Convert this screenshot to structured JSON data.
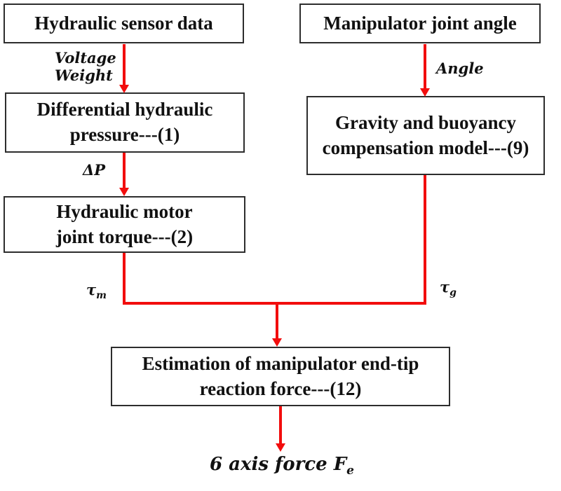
{
  "colors": {
    "arrow": "#f20d0d",
    "box_border": "#2d2d2d",
    "text": "#111111",
    "background": "#ffffff"
  },
  "boxes": [
    {
      "id": "hydraulic-sensor-data",
      "lines": [
        "Hydraulic sensor data"
      ]
    },
    {
      "id": "manipulator-joint-angle",
      "lines": [
        "Manipulator joint angle"
      ]
    },
    {
      "id": "differential-hydraulic-pressure",
      "lines": [
        "Differential hydraulic",
        "pressure---(1)"
      ]
    },
    {
      "id": "gravity-buoyancy-model",
      "lines": [
        "Gravity and buoyancy",
        "compensation model---(9)"
      ]
    },
    {
      "id": "hydraulic-motor-torque",
      "lines": [
        "Hydraulic motor",
        "joint torque---(2)"
      ]
    },
    {
      "id": "end-tip-force-estimation",
      "lines": [
        "Estimation of manipulator end-tip",
        "reaction force---(12)"
      ]
    }
  ],
  "labels": {
    "voltage": "Voltage",
    "weight": "Weight",
    "angle": "Angle",
    "delta_p": "ΔP",
    "tau_m": {
      "base": "τ",
      "sub": "m"
    },
    "tau_g": {
      "base": "τ",
      "sub": "g"
    },
    "output": {
      "base": "6 axis force F",
      "sub": "e"
    }
  }
}
